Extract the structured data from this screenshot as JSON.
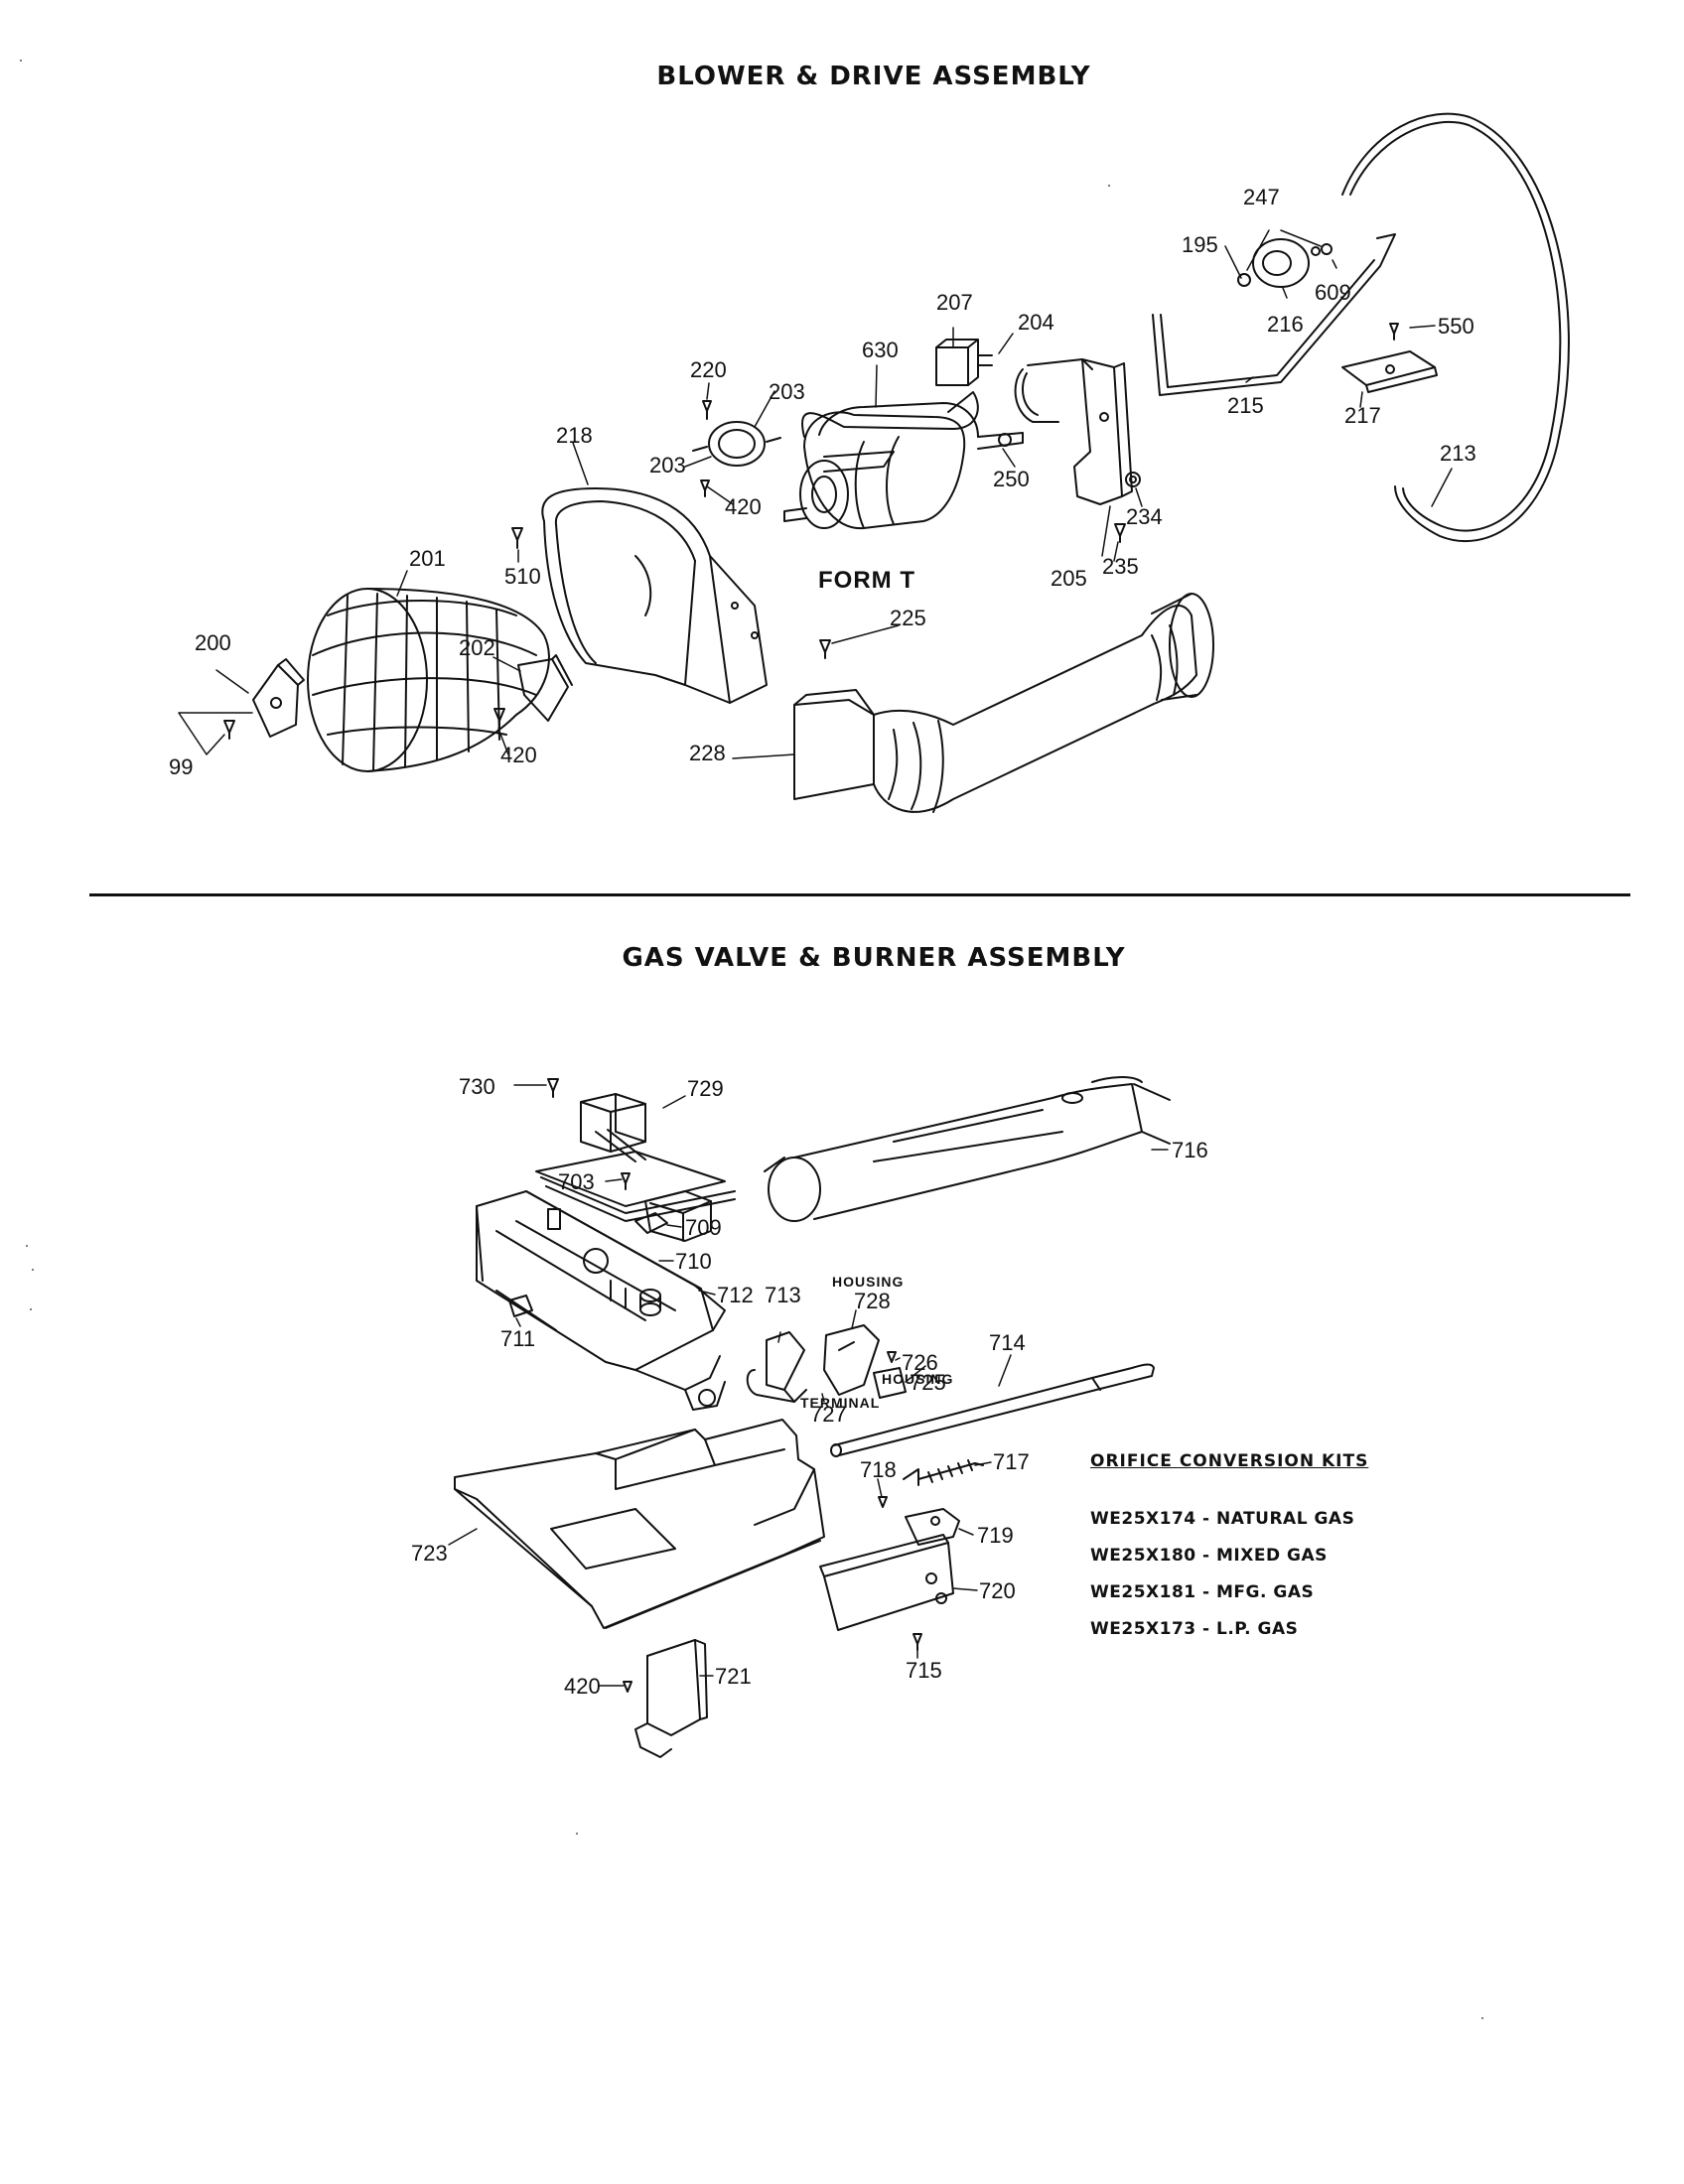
{
  "sections": {
    "top_title": "BLOWER & DRIVE ASSEMBLY",
    "bottom_title": "GAS VALVE & BURNER ASSEMBLY"
  },
  "annotations": {
    "form": "FORM T",
    "housing_1": "HOUSING",
    "housing_2": "HOUSING",
    "terminal": "TERMINAL"
  },
  "parts_top": {
    "p247": "247",
    "p195": "195",
    "p609": "609",
    "p216": "216",
    "p550": "550",
    "p215": "215",
    "p217": "217",
    "p213": "213",
    "p207": "207",
    "p204": "204",
    "p630": "630",
    "p220": "220",
    "p203a": "203",
    "p203b": "203",
    "p420a": "420",
    "p250": "250",
    "p218": "218",
    "p234": "234",
    "p510": "510",
    "p235": "235",
    "p205": "205",
    "p201": "201",
    "p225": "225",
    "p200": "200",
    "p202": "202",
    "p99": "99",
    "p420b": "420",
    "p228": "228"
  },
  "parts_bottom": {
    "p730": "730",
    "p729": "729",
    "p716": "716",
    "p703": "703",
    "p709": "709",
    "p710": "710",
    "p712": "712",
    "p711": "711",
    "p713": "713",
    "p728": "728",
    "p726": "726",
    "p714": "714",
    "p725": "725",
    "p727": "727",
    "p717": "717",
    "p718": "718",
    "p719": "719",
    "p723": "723",
    "p720": "720",
    "p715": "715",
    "p420": "420",
    "p721": "721"
  },
  "orifice_kits": {
    "title": "ORIFICE CONVERSION KITS",
    "items": [
      "WE25X174 - NATURAL GAS",
      "WE25X180 - MIXED GAS",
      "WE25X181 - MFG. GAS",
      "WE25X173 - L.P. GAS"
    ]
  }
}
